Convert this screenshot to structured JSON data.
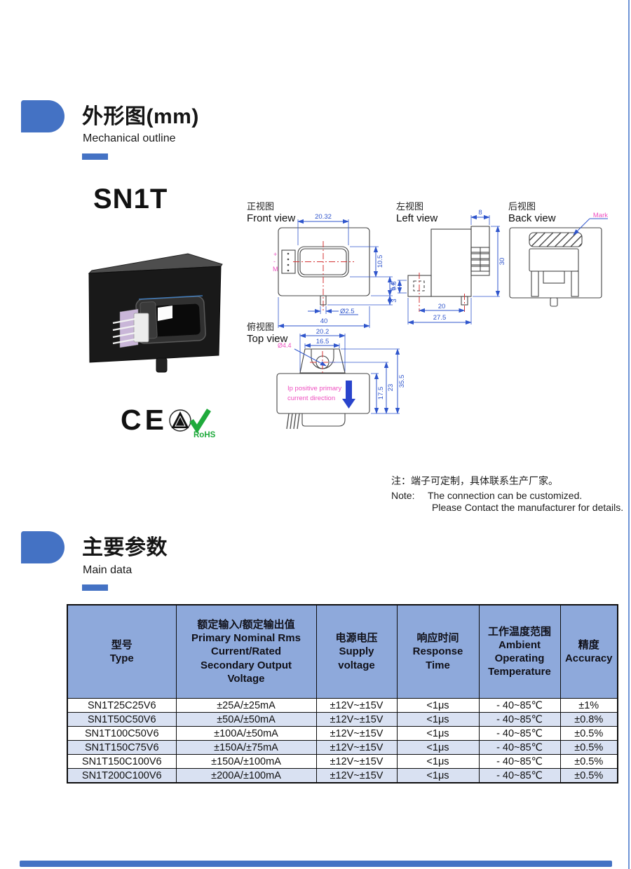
{
  "accent": "#4472C4",
  "section_outline": {
    "title": "外形图(mm)",
    "subtitle": "Mechanical outline"
  },
  "product": {
    "model": "SN1T",
    "ce_mark": "CE",
    "rohs_label": "RoHS"
  },
  "views": {
    "front": {
      "label_cn": "正视图",
      "label_en": "Front view",
      "dim_window_width": "20.32",
      "dim_window_height": "10.5",
      "dim_bottom_offset": "9.8",
      "dim_pin_length": "3",
      "dim_hole": "Ø2.5",
      "dim_total_width": "40",
      "pin_plus": "+",
      "pin_minus": "-",
      "pin_m": "M"
    },
    "left": {
      "label_cn": "左视图",
      "label_en": "Left view",
      "dim_connector_width": "8",
      "dim_height": "30",
      "dim_hole_height": "5.4",
      "dim_pitch": "20",
      "dim_depth": "27.5"
    },
    "back": {
      "label_cn": "后视图",
      "label_en": "Back view",
      "mark_label": "Mark"
    },
    "top": {
      "label_cn": "俯视图",
      "label_en": "Top view",
      "dim_outer_width": "20.2",
      "dim_inner_width": "16.5",
      "dim_hole": "Ø4.4",
      "dim_body_depth": "17.5",
      "dim_hole_depth": "23",
      "dim_total_depth": "35.5",
      "direction_line1": "Ip positive primary",
      "direction_line2": "current direction"
    }
  },
  "note": {
    "cn": "注：端子可定制，具体联系生产厂家。",
    "en_label": "Note:",
    "en_line1": "The connection can be customized.",
    "en_line2": "Please Contact the manufacturer for details."
  },
  "section_data": {
    "title": "主要参数",
    "subtitle": "Main data"
  },
  "table": {
    "headers": [
      {
        "cn": "型号",
        "en": "Type"
      },
      {
        "cn": "额定输入/额定输出值",
        "en": "Primary Nominal Rms\nCurrent/Rated\nSecondary Output\nVoltage"
      },
      {
        "cn": "电源电压",
        "en": "Supply\nvoltage"
      },
      {
        "cn": "响应时间",
        "en": "Response\nTime"
      },
      {
        "cn": "工作温度范围",
        "en": "Ambient\nOperating\nTemperature"
      },
      {
        "cn": "精度",
        "en": "Accuracy"
      }
    ],
    "rows": [
      [
        "SN1T25C25V6",
        "±25A/±25mA",
        "±12V~±15V",
        "<1μs",
        "- 40~85℃",
        "±1%"
      ],
      [
        "SN1T50C50V6",
        "±50A/±50mA",
        "±12V~±15V",
        "<1μs",
        "- 40~85℃",
        "±0.8%"
      ],
      [
        "SN1T100C50V6",
        "±100A/±50mA",
        "±12V~±15V",
        "<1μs",
        "- 40~85℃",
        "±0.5%"
      ],
      [
        "SN1T150C75V6",
        "±150A/±75mA",
        "±12V~±15V",
        "<1μs",
        "- 40~85℃",
        "±0.5%"
      ],
      [
        "SN1T150C100V6",
        "±150A/±100mA",
        "±12V~±15V",
        "<1μs",
        "- 40~85℃",
        "±0.5%"
      ],
      [
        "SN1T200C100V6",
        "±200A/±100mA",
        "±12V~±15V",
        "<1μs",
        "- 40~85℃",
        "±0.5%"
      ]
    ]
  }
}
